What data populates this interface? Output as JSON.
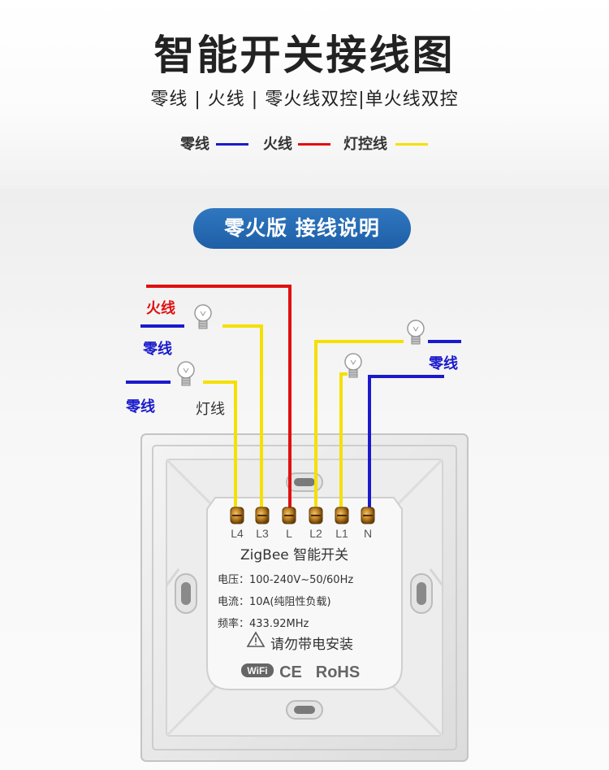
{
  "title": "智能开关接线图",
  "subtitle": "零线 | 火线 | 零火线双控|单火线双控",
  "legend": [
    {
      "label": "零线",
      "color": "#1a1acc"
    },
    {
      "label": "火线",
      "color": "#e01010"
    },
    {
      "label": "灯控线",
      "color": "#f5e000"
    }
  ],
  "section_badge": "零火版 接线说明",
  "wire_labels": {
    "live": "火线",
    "neutral_left_1": "零线",
    "neutral_left_2": "零线",
    "neutral_right": "零线",
    "lamp": "灯线"
  },
  "terminals": [
    "L4",
    "L3",
    "L",
    "L2",
    "L1",
    "N"
  ],
  "module": {
    "brand": "ZigBee 智能开关",
    "voltage": "电压：100-240V~50/60Hz",
    "current": "电流：10A(纯阻性负载)",
    "frequency": "频率：433.92MHz",
    "warning_icon": "warning-triangle-icon",
    "warning": "请勿带电安装",
    "cert_wifi": "WiFi",
    "cert_ce": "CE",
    "cert_rohs": "RoHS"
  },
  "colors": {
    "neutral": "#1a1acc",
    "live": "#e01010",
    "lamp": "#f5e000",
    "badge": "#2a6db5"
  }
}
